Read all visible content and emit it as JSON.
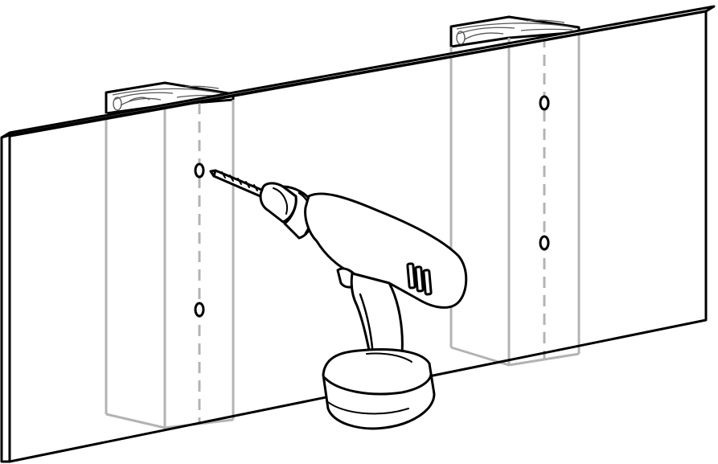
{
  "figure": {
    "subject": "drilling-pilot-holes-through-panel-into-studs",
    "studs": [
      {
        "name": "left-stud",
        "screw_holes": 2
      },
      {
        "name": "right-stud",
        "screw_holes": 2
      }
    ],
    "colors": {
      "line": "#000000",
      "hidden_line": "#b3b3b3",
      "fill": "#ffffff",
      "wood_grain": "#555555"
    },
    "icons": [
      "drill-icon",
      "drill-bit-icon",
      "battery-pack-icon"
    ]
  }
}
